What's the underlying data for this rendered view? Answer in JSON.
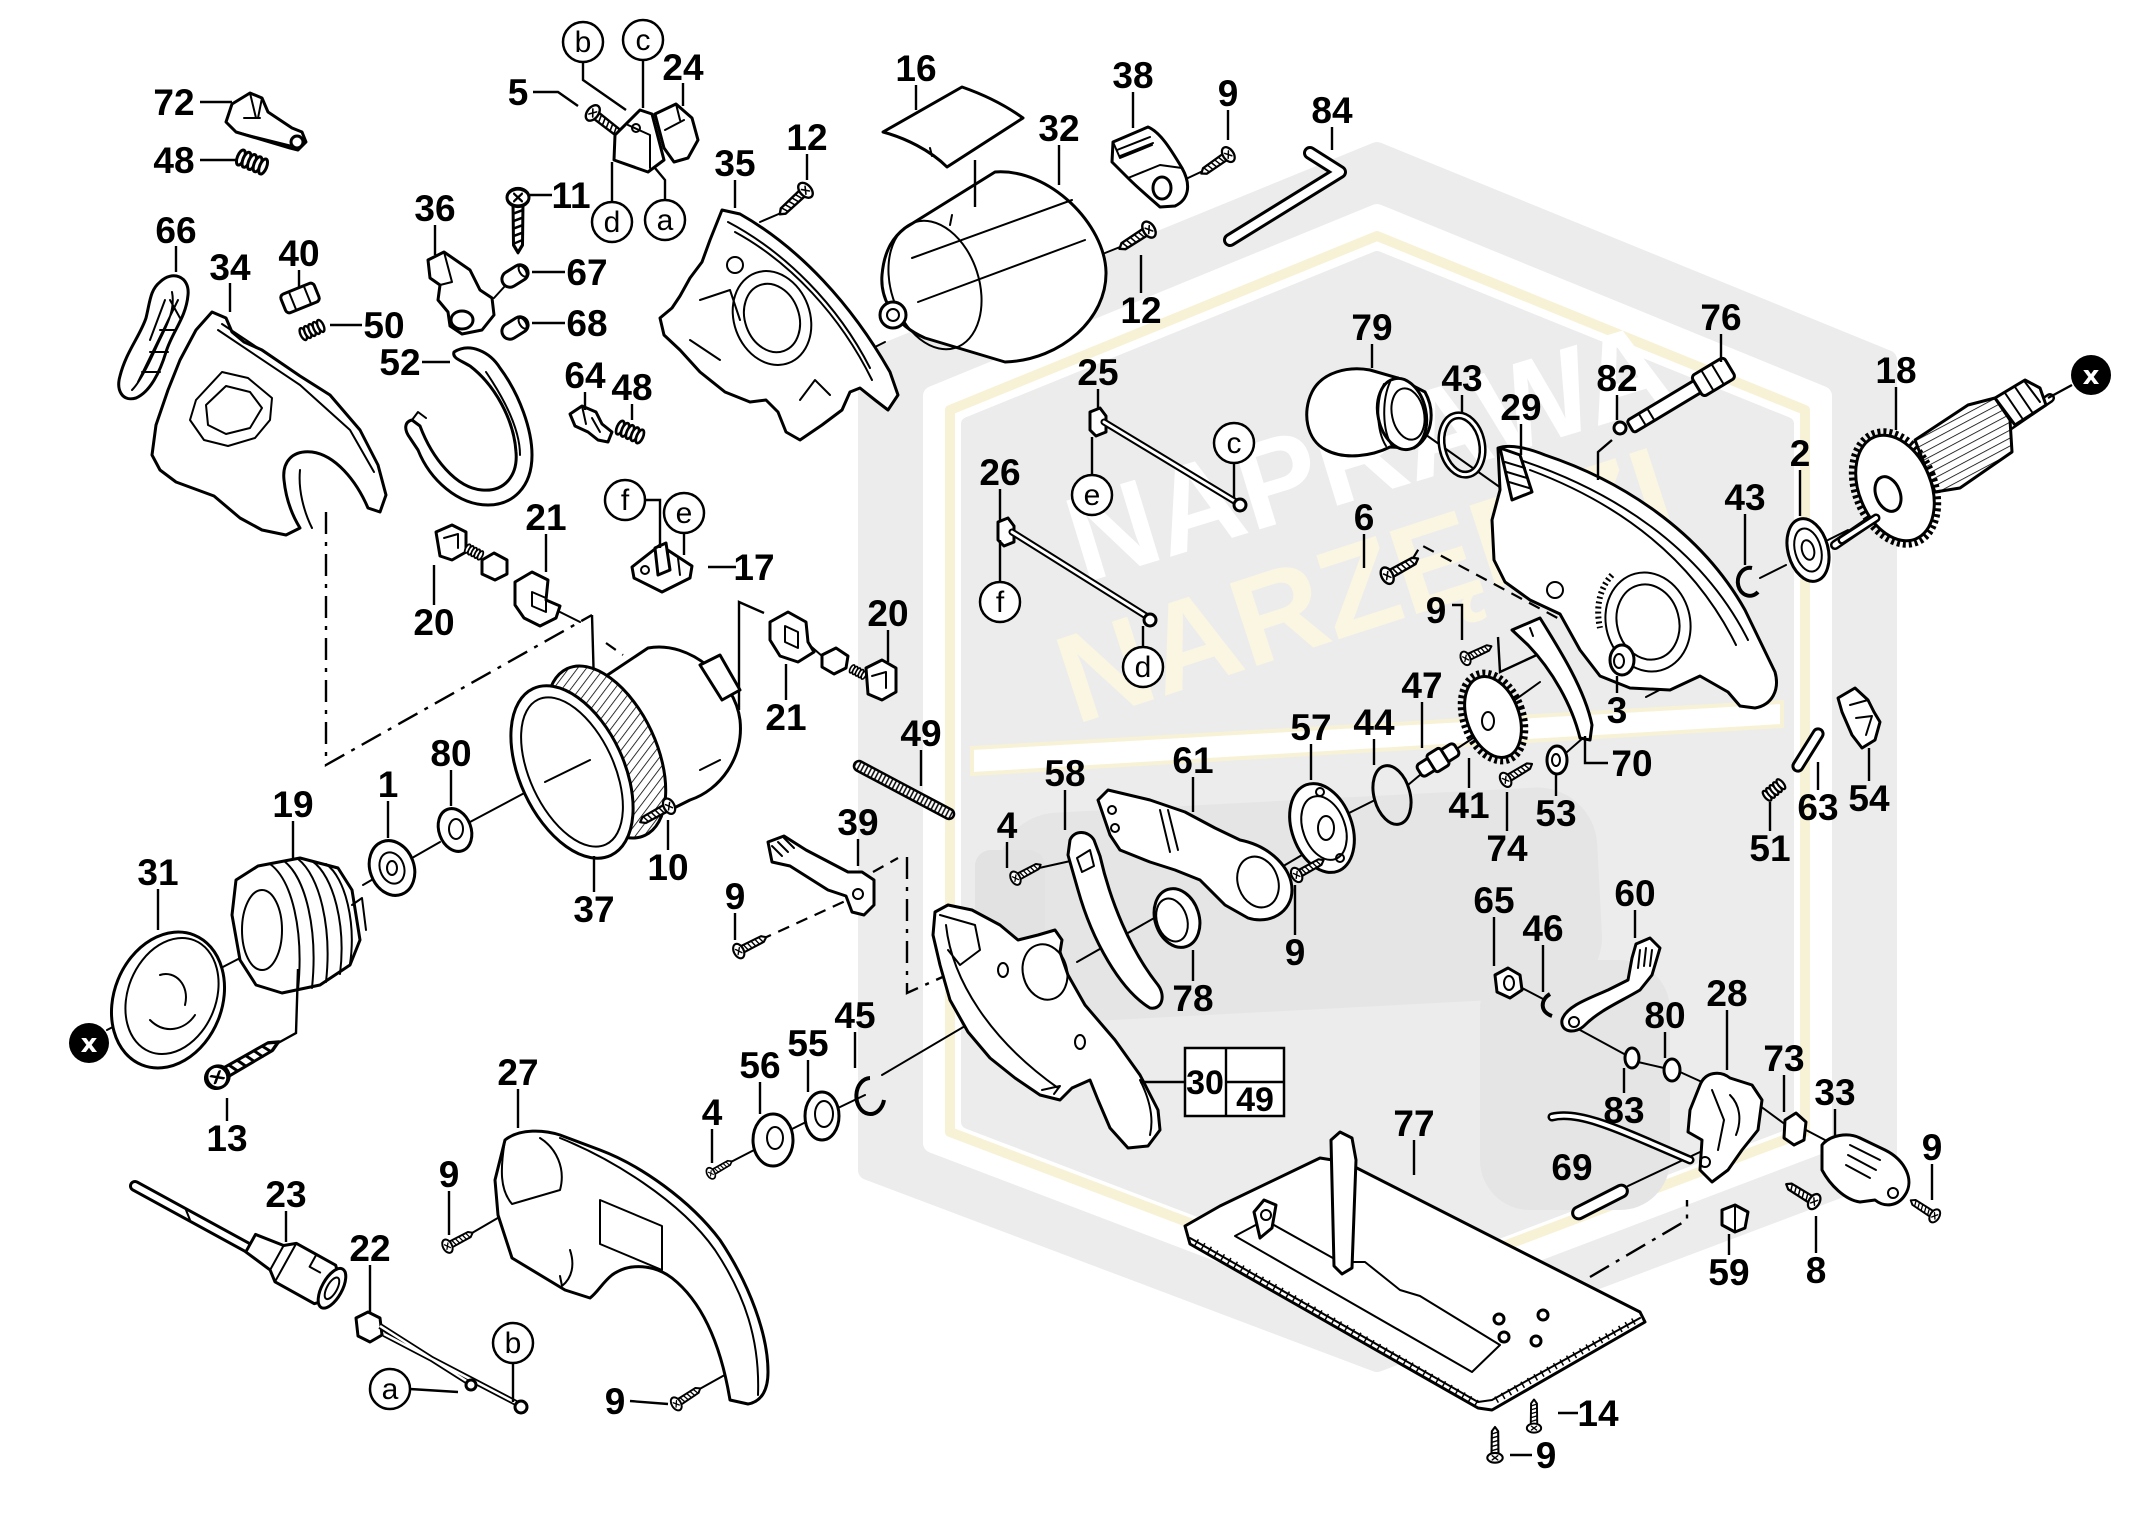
{
  "diagram": {
    "kind": "exploded parts diagram (circular saw)"
  },
  "watermark": {
    "line1": "NAPRAWA",
    "line2": "NARZĘDZI"
  },
  "colors": {
    "line": "#000000",
    "background": "#ffffff",
    "watermark_fill": "#ececec",
    "watermark_accent": "#f7f2d5",
    "match_mark_fill": "#000000"
  },
  "callouts": {
    "p72": "72",
    "p48_top": "48",
    "p66": "66",
    "p34": "34",
    "p40": "40",
    "p50": "50",
    "p36": "36",
    "p11": "11",
    "p67": "67",
    "p68": "68",
    "p52": "52",
    "p64": "64",
    "p48_mid": "48",
    "p5": "5",
    "p24": "24",
    "p16": "16",
    "p32": "32",
    "p38": "38",
    "p9_top": "9",
    "p84": "84",
    "p12_upper": "12",
    "p35": "35",
    "p12_lower": "12",
    "p79": "79",
    "p43_upper": "43",
    "p29": "29",
    "p82": "82",
    "p76": "76",
    "p18": "18",
    "p2": "2",
    "p43_lower": "43",
    "p6": "6",
    "p9_gearcase": "9",
    "p3": "3",
    "p47": "47",
    "p57": "57",
    "p44": "44",
    "p61": "61",
    "p70": "70",
    "p41": "41",
    "p53": "53",
    "p74": "74",
    "p51": "51",
    "p63": "63",
    "p54": "54",
    "p9_flange": "9",
    "p78": "78",
    "p65": "65",
    "p46": "46",
    "p60": "60",
    "p28": "28",
    "p80_right": "80",
    "p83": "83",
    "p73": "73",
    "p33": "33",
    "p9_knob": "9",
    "p69": "69",
    "p59": "59",
    "p8": "8",
    "p77": "77",
    "p14": "14",
    "p9_base": "9",
    "p17": "17",
    "p21_left": "21",
    "p20_left": "20",
    "p20_right": "20",
    "p21_right": "21",
    "p26": "26",
    "p25": "25",
    "p80_left": "80",
    "p1": "1",
    "p10": "10",
    "p49": "49",
    "p39": "39",
    "p58": "58",
    "p4_guard": "4",
    "p37": "37",
    "p9_lever": "9",
    "p19": "19",
    "p31": "31",
    "p13": "13",
    "p45": "45",
    "p55": "55",
    "p56": "56",
    "p4_flange": "4",
    "p27": "27",
    "p23": "23",
    "p9_cover_top": "9",
    "p22": "22",
    "p9_cover_bottom": "9"
  },
  "connectors": {
    "b_top": "b",
    "c_top": "c",
    "d_top": "d",
    "a_top": "a",
    "f_switch": "f",
    "e_switch": "e",
    "c_wire": "c",
    "e_wire": "e",
    "f_wire": "f",
    "d_wire": "d",
    "a_cord": "a",
    "b_cord": "b"
  },
  "match_marks": {
    "armature": "x",
    "end_cap": "x"
  },
  "kit_box": {
    "assembly": "30",
    "includes": "49"
  }
}
